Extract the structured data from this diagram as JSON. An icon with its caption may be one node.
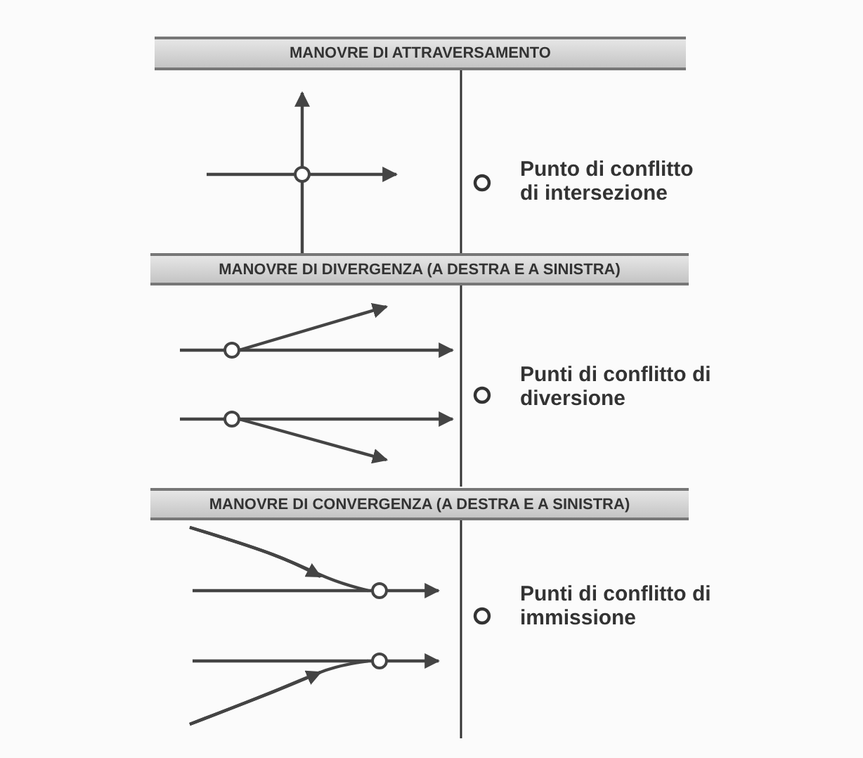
{
  "diagram": {
    "nodes": [
      {
        "text": [
          "MANOVRE DI ATTRAVERSAMENTO"
        ]
      },
      {
        "text": [
          "MANOVRE DI DIVERGENZA (A DESTRA E A SINISTRA)"
        ]
      },
      {
        "text": [
          "MANOVRE DI CONVERGENZA (A DESTRA E A SINISTRA)"
        ]
      }
    ],
    "legend": [
      {
        "text": "Punto di conflitto di intersezione"
      },
      {
        "text": "Punti di conflitto di diversione"
      },
      {
        "text": "Punti di conflitto di immissione"
      }
    ]
  }
}
